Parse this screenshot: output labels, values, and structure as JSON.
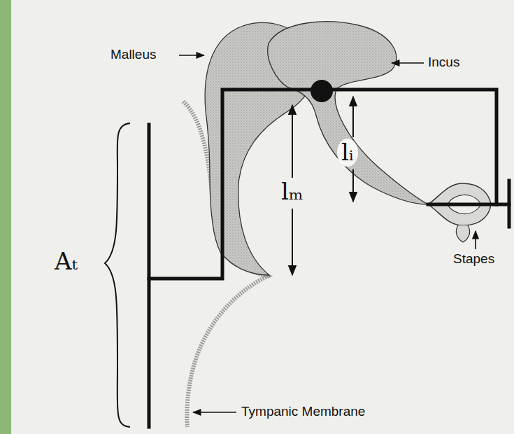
{
  "diagram": {
    "labels": [
      "Malleus",
      "Incus",
      "lₘ",
      "lᵢ",
      "Aₜ",
      "Stapes",
      "Tympanic Membrane"
    ]
  }
}
